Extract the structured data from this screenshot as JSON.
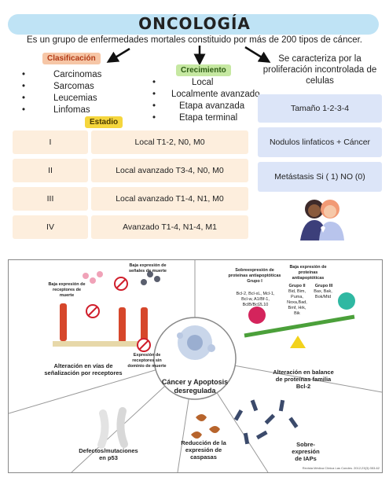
{
  "title": "ONCOLOGÍA",
  "intro": "Es un grupo de enfermedades mortales constituido por más de 200 tipos de cáncer.",
  "clasificacion": {
    "label": "Clasificación",
    "items": [
      "Carcinomas",
      "Sarcomas",
      "Leucemias",
      "Linfomas"
    ]
  },
  "crecimiento": {
    "label": "Crecimiento",
    "items": [
      "Local",
      "Localmente avanzado",
      "Etapa avanzada",
      "Etapa terminal"
    ]
  },
  "caracteriza": "Se caracteriza por la proliferación incontrolada de celulas",
  "estadio": {
    "label": "Estadio",
    "rows": [
      {
        "stage": "I",
        "desc": "Local T1-2, N0, M0"
      },
      {
        "stage": "II",
        "desc": "Local avanzado T3-4, N0, M0"
      },
      {
        "stage": "III",
        "desc": "Local avanzado T1-4, N1, M0"
      },
      {
        "stage": "IV",
        "desc": "Avanzado T1-4, N1-4, M1"
      }
    ]
  },
  "right_boxes": [
    "Tamaño 1-2-3-4",
    "Nodulos linfaticos + Cáncer",
    "Metástasis Si ( 1) NO (0)"
  ],
  "colors": {
    "title_bar": "#bfe3f5",
    "badge_red": "#f6c6a6",
    "badge_green": "#c6e8a2",
    "badge_yellow": "#f5d63d",
    "row_peach": "#fdeedd",
    "box_blue": "#dce5f8"
  },
  "figure": {
    "center": "Cáncer y Apoptosis desregulada",
    "receptor_low": "Baja expresión de receptores de muerte",
    "signal_low": "Baja expresión de señales de muerte",
    "receptor_no_domain": "Expresión de receptores sin dominio de muerte",
    "alteration_receptors": "Alteración en vías de señalización por receptores",
    "overexpression_anti": "Sobreexpresión de proteínas antiapoptóticas Grupo I",
    "anti_list": "Bcl-2, Bcl-xL, Mcl-1, Bcl-w, A1/Bf-1, BclB/Bcl2L10",
    "low_pro": "Baja expresión de proteínas antiapoptóticas",
    "group2": "Grupo II",
    "group2_list": "Bid, Bim, Puma, Noxa,Bad, Bmf, Hrk, Bik",
    "group3": "Grupo III",
    "group3_list": "Bax, Bak, Bok/Mtd",
    "balance": "Alteración en balance de proteínas familia Bcl-2",
    "p53": "Defectos/mutaciones en p53",
    "caspasas": "Reducción de la expresión de caspasas",
    "iaps": "Sobre-expresión de IAPs",
    "source": "Revista Médica Clínica Las Condes. 2012;23(3):353-62"
  }
}
